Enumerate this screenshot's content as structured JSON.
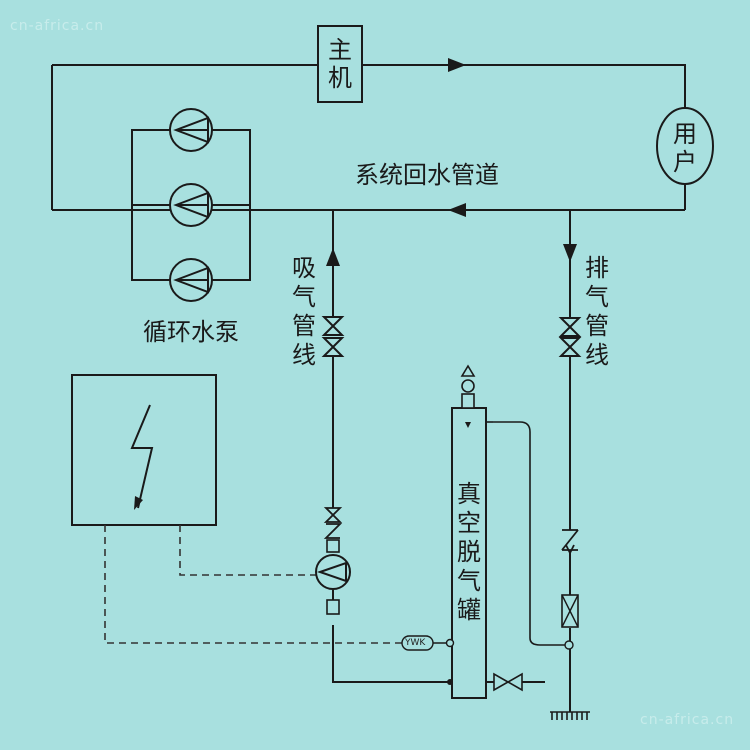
{
  "labels": {
    "main_unit": "主机",
    "user": "用户",
    "return_pipe": "系统回水管道",
    "pumps": "循环水泵",
    "suction_line": "吸气管线",
    "exhaust_line": "排气管线",
    "tank": "真空脱气罐",
    "ywk": "YWK"
  },
  "watermarks": [
    "cn-africa.cn",
    "cn-africa.cn"
  ],
  "colors": {
    "background": "#a8e0df",
    "line": "#1a1a1a",
    "dashed": "#333333"
  }
}
